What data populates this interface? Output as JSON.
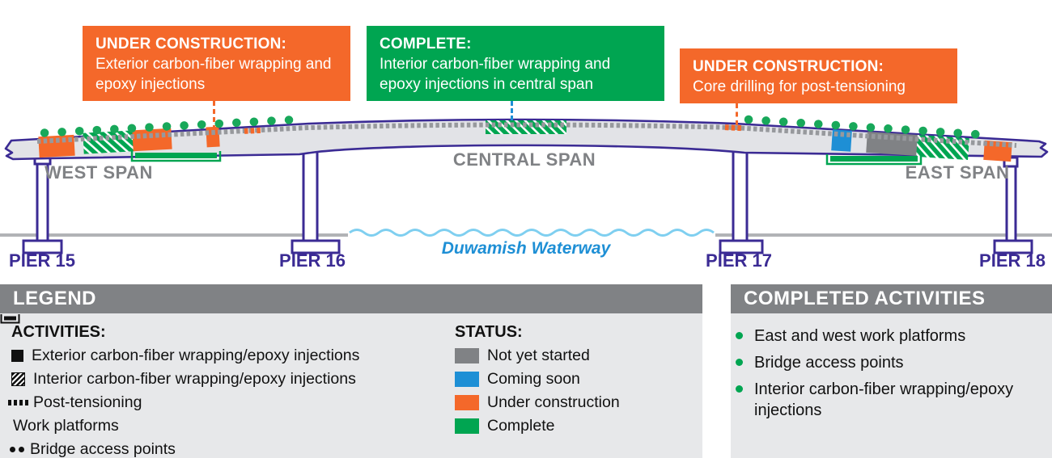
{
  "callouts": [
    {
      "status_label": "UNDER CONSTRUCTION:",
      "text": "Exterior carbon-fiber wrapping and epoxy injections",
      "color": "#F4682A",
      "leader_color": "#F4682A"
    },
    {
      "status_label": "COMPLETE:",
      "text": "Interior carbon-fiber wrapping and epoxy injections in central span",
      "color": "#00A551",
      "leader_color": "#1E8FD5"
    },
    {
      "status_label": "UNDER CONSTRUCTION:",
      "text": "Core drilling for post-tensioning",
      "color": "#F4682A",
      "leader_color": "#F4682A"
    }
  ],
  "bridge": {
    "spans": [
      "WEST SPAN",
      "CENTRAL SPAN",
      "EAST SPAN"
    ],
    "piers": [
      "PIER 15",
      "PIER 16",
      "PIER 17",
      "PIER 18"
    ],
    "waterway": "Duwamish Waterway"
  },
  "legend": {
    "title": "LEGEND",
    "activities_title": "ACTIVITIES:",
    "activities": [
      {
        "icon": "solid-square-icon",
        "label": "Exterior carbon-fiber wrapping/epoxy injections"
      },
      {
        "icon": "hatched-square-icon",
        "label": "Interior carbon-fiber wrapping/epoxy injections"
      },
      {
        "icon": "dashed-bar-icon",
        "label": "Post-tensioning"
      },
      {
        "icon": "work-platform-icon",
        "label": "Work platforms"
      },
      {
        "icon": "two-dots-icon",
        "label": "Bridge access points"
      }
    ],
    "status_title": "STATUS:",
    "statuses": [
      {
        "label": "Not yet started",
        "color": "#808285"
      },
      {
        "label": "Coming soon",
        "color": "#1E8FD5"
      },
      {
        "label": "Under construction",
        "color": "#F4682A"
      },
      {
        "label": "Complete",
        "color": "#00A551"
      }
    ]
  },
  "completed": {
    "title": "COMPLETED ACTIVITIES",
    "items": [
      "East and west work platforms",
      "Bridge access points",
      "Interior carbon-fiber wrapping/epoxy injections"
    ]
  },
  "colors": {
    "orange": "#F4682A",
    "green": "#00A551",
    "blue": "#1E8FD5",
    "purple": "#3B2B94",
    "gray": "#808285",
    "deck_fill": "#E2E3E7",
    "legend_bg": "#E7E8EA",
    "ground": "#B1B3B6",
    "water": "#7FCFF0",
    "post_tension_dot": "#97999D"
  }
}
